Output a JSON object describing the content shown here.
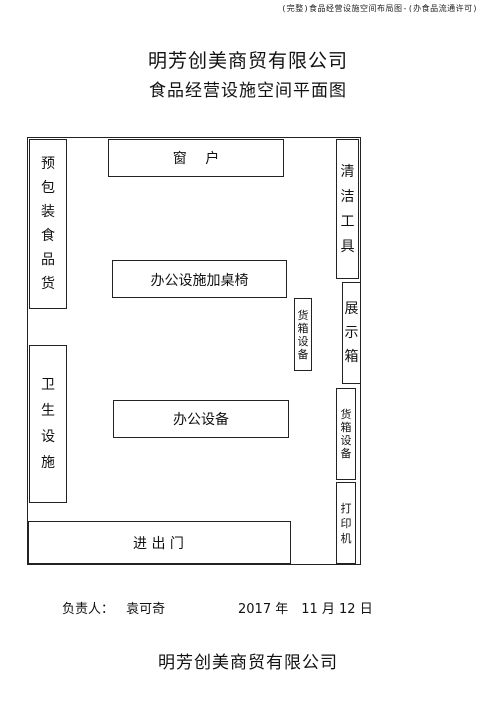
{
  "header_note": "(完整)食品经营设施空间布局图-(办食品流通许可)",
  "company": "明芳创美商贸有限公司",
  "plan_title": "食品经营设施空间平面图",
  "rooms": {
    "window": "窗　 户",
    "prepackaged_food": "预包装食品货",
    "cleaning_tools": "清洁工具",
    "office_desk_chairs": "办公设施加桌椅",
    "shelf_center": "货箱设备",
    "display_cabinet": "展示箱",
    "sanitation": "卫生设施",
    "office_equipment": "办公设备",
    "shelf_right": "货箱设备",
    "printer": "打印机",
    "entrance": "进 出 门"
  },
  "footer": {
    "person_label": "负责人：",
    "person_name": "袁可奇",
    "date": "2017 年　11 月 12 日"
  },
  "company_footer": "明芳创美商贸有限公司"
}
